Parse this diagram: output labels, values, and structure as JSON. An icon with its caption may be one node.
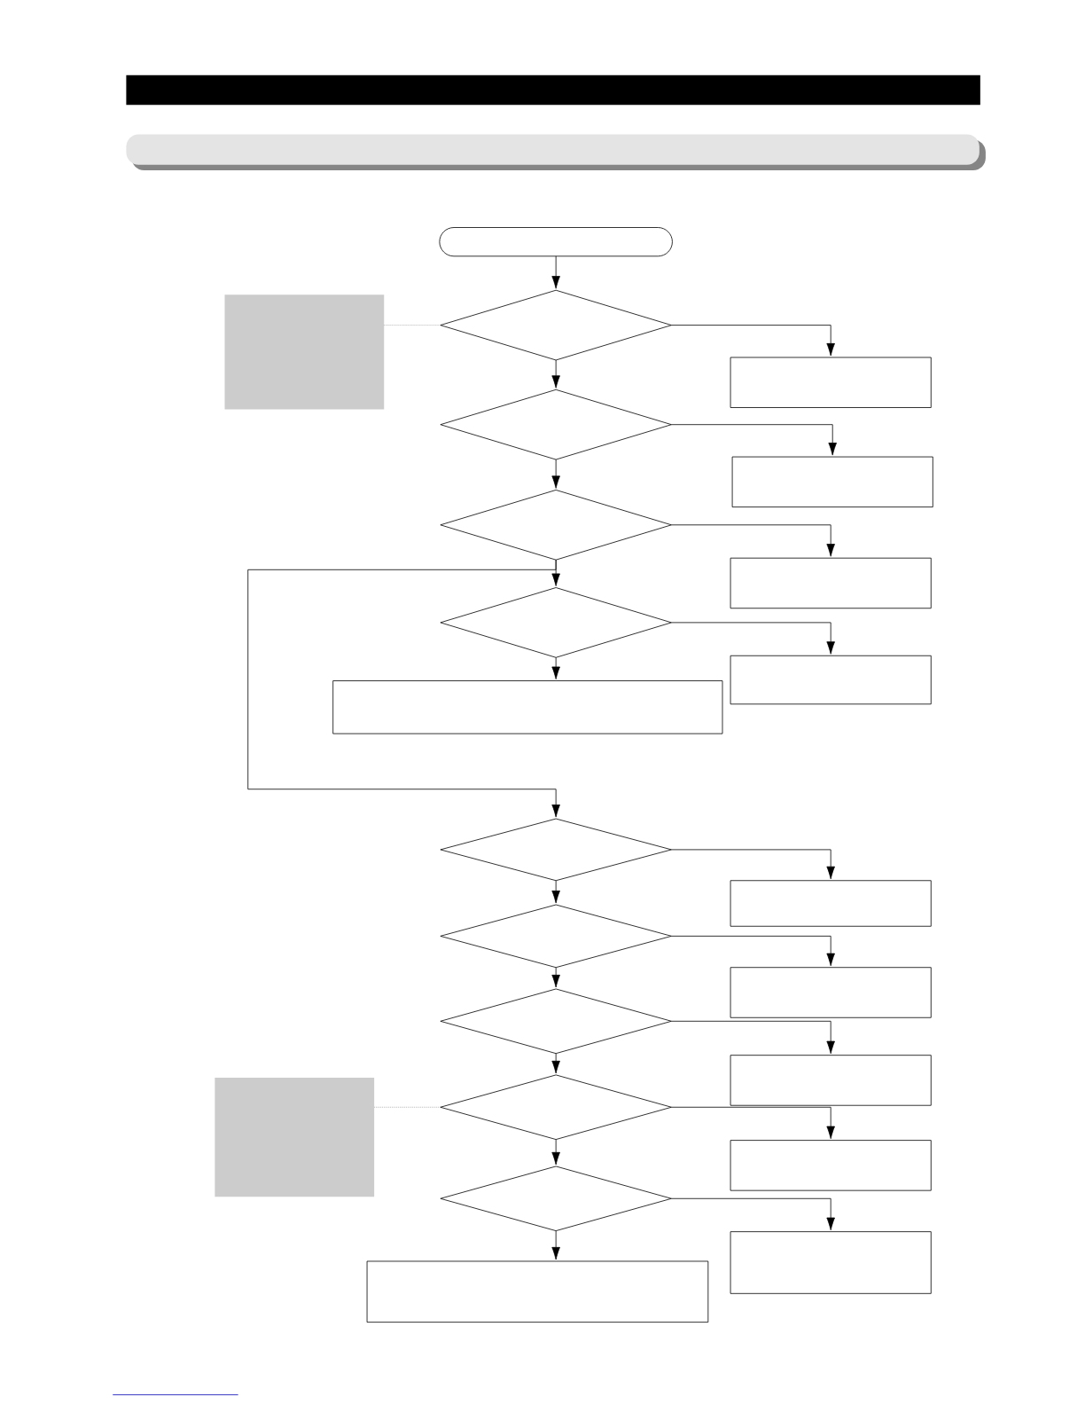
{
  "diagram": {
    "nodes": [
      {
        "text": [],
        "shape": "terminal"
      },
      {
        "text": [],
        "shape": "box"
      },
      {
        "text": [],
        "shape": "diamond"
      },
      {
        "text": [],
        "shape": "box"
      },
      {
        "text": [],
        "shape": "diamond"
      },
      {
        "text": [],
        "shape": "box"
      },
      {
        "text": [],
        "shape": "diamond"
      },
      {
        "text": [],
        "shape": "box"
      },
      {
        "text": [],
        "shape": "diamond"
      },
      {
        "text": [],
        "shape": "box"
      },
      {
        "text": [],
        "shape": "box"
      },
      {
        "text": [],
        "shape": "diamond"
      },
      {
        "text": [],
        "shape": "box"
      },
      {
        "text": [],
        "shape": "diamond"
      },
      {
        "text": [],
        "shape": "box"
      },
      {
        "text": [],
        "shape": "diamond"
      },
      {
        "text": [],
        "shape": "box"
      },
      {
        "text": [],
        "shape": "box"
      },
      {
        "text": [],
        "shape": "diamond"
      },
      {
        "text": [],
        "shape": "box"
      },
      {
        "text": [],
        "shape": "diamond"
      },
      {
        "text": [],
        "shape": "box"
      },
      {
        "text": [],
        "shape": "box"
      }
    ],
    "edges": [
      {
        "from": 0,
        "to": 2,
        "arrow": "to"
      },
      {
        "from": 1,
        "to": 2,
        "arrow": "none",
        "style": "dashed",
        "color": "#999999"
      },
      {
        "from": 2,
        "to": 4,
        "arrow": "to"
      },
      {
        "from": 2,
        "to": 3,
        "arrow": "to"
      },
      {
        "from": 4,
        "to": 6,
        "arrow": "to"
      },
      {
        "from": 4,
        "to": 5,
        "arrow": "to"
      },
      {
        "from": 6,
        "to": 8,
        "arrow": "to"
      },
      {
        "from": 6,
        "to": 7,
        "arrow": "to"
      },
      {
        "from": 8,
        "to": 10,
        "arrow": "to"
      },
      {
        "from": 8,
        "to": 9,
        "arrow": "to"
      },
      {
        "from": 6,
        "to": 11,
        "arrow": "to"
      },
      {
        "from": 11,
        "to": 13,
        "arrow": "to"
      },
      {
        "from": 11,
        "to": 12,
        "arrow": "to"
      },
      {
        "from": 13,
        "to": 15,
        "arrow": "to"
      },
      {
        "from": 13,
        "to": 14,
        "arrow": "to"
      },
      {
        "from": 15,
        "to": 18,
        "arrow": "to"
      },
      {
        "from": 15,
        "to": 16,
        "arrow": "to"
      },
      {
        "from": 17,
        "to": 18,
        "arrow": "none",
        "style": "dashed",
        "color": "#999999"
      },
      {
        "from": 18,
        "to": 20,
        "arrow": "to"
      },
      {
        "from": 18,
        "to": 19,
        "arrow": "to"
      },
      {
        "from": 20,
        "to": 22,
        "arrow": "to"
      },
      {
        "from": 20,
        "to": 21,
        "arrow": "to"
      }
    ]
  }
}
